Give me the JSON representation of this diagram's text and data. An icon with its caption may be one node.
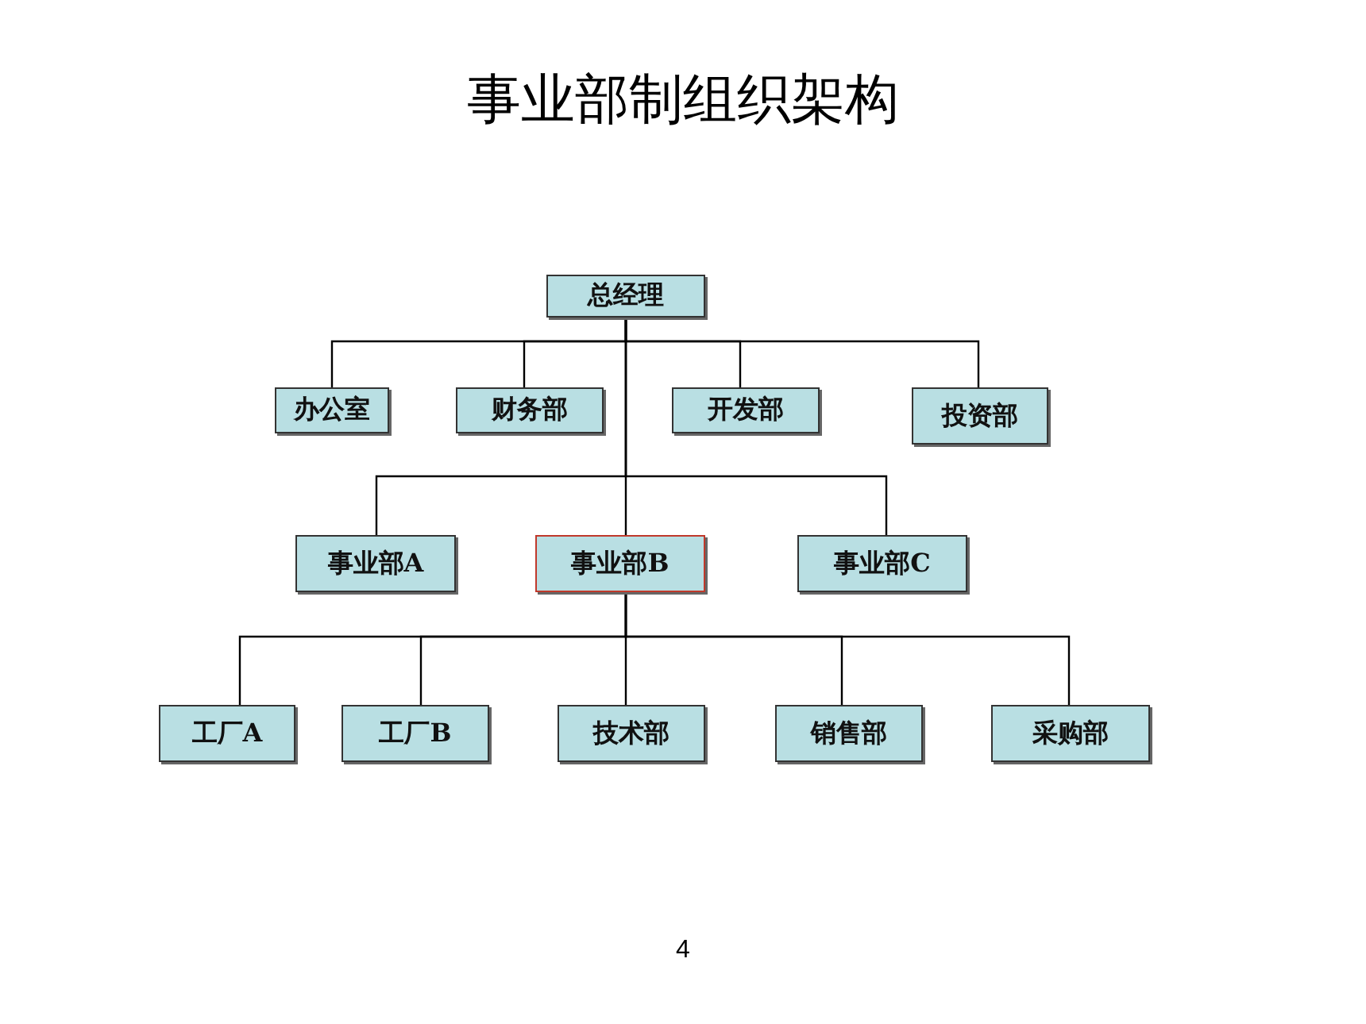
{
  "diagram": {
    "title": "事业部制组织架构",
    "nodes": [
      {
        "text": [
          "总经理"
        ]
      },
      {
        "text": [
          "办公室"
        ]
      },
      {
        "text": [
          "财务部"
        ]
      },
      {
        "text": [
          "开发部"
        ]
      },
      {
        "text": [
          "投资部"
        ]
      },
      {
        "text": [
          "事业部A"
        ]
      },
      {
        "text": [
          "事业部B"
        ]
      },
      {
        "text": [
          "事业部C"
        ]
      },
      {
        "text": [
          "工厂A"
        ]
      },
      {
        "text": [
          "工厂B"
        ]
      },
      {
        "text": [
          "技术部"
        ]
      },
      {
        "text": [
          "销售部"
        ]
      },
      {
        "text": [
          "采购部"
        ]
      }
    ],
    "edges": [
      {
        "from": 0,
        "to": 1,
        "arrow": "none"
      },
      {
        "from": 0,
        "to": 2,
        "arrow": "none"
      },
      {
        "from": 0,
        "to": 3,
        "arrow": "none"
      },
      {
        "from": 0,
        "to": 4,
        "arrow": "none"
      },
      {
        "from": 0,
        "to": 5,
        "arrow": "none"
      },
      {
        "from": 0,
        "to": 6,
        "arrow": "none"
      },
      {
        "from": 0,
        "to": 7,
        "arrow": "none"
      },
      {
        "from": 6,
        "to": 8,
        "arrow": "none"
      },
      {
        "from": 6,
        "to": 9,
        "arrow": "none"
      },
      {
        "from": 6,
        "to": 10,
        "arrow": "none"
      },
      {
        "from": 6,
        "to": 11,
        "arrow": "none"
      },
      {
        "from": 6,
        "to": 12,
        "arrow": "none"
      }
    ],
    "labels": [
      "4"
    ]
  }
}
